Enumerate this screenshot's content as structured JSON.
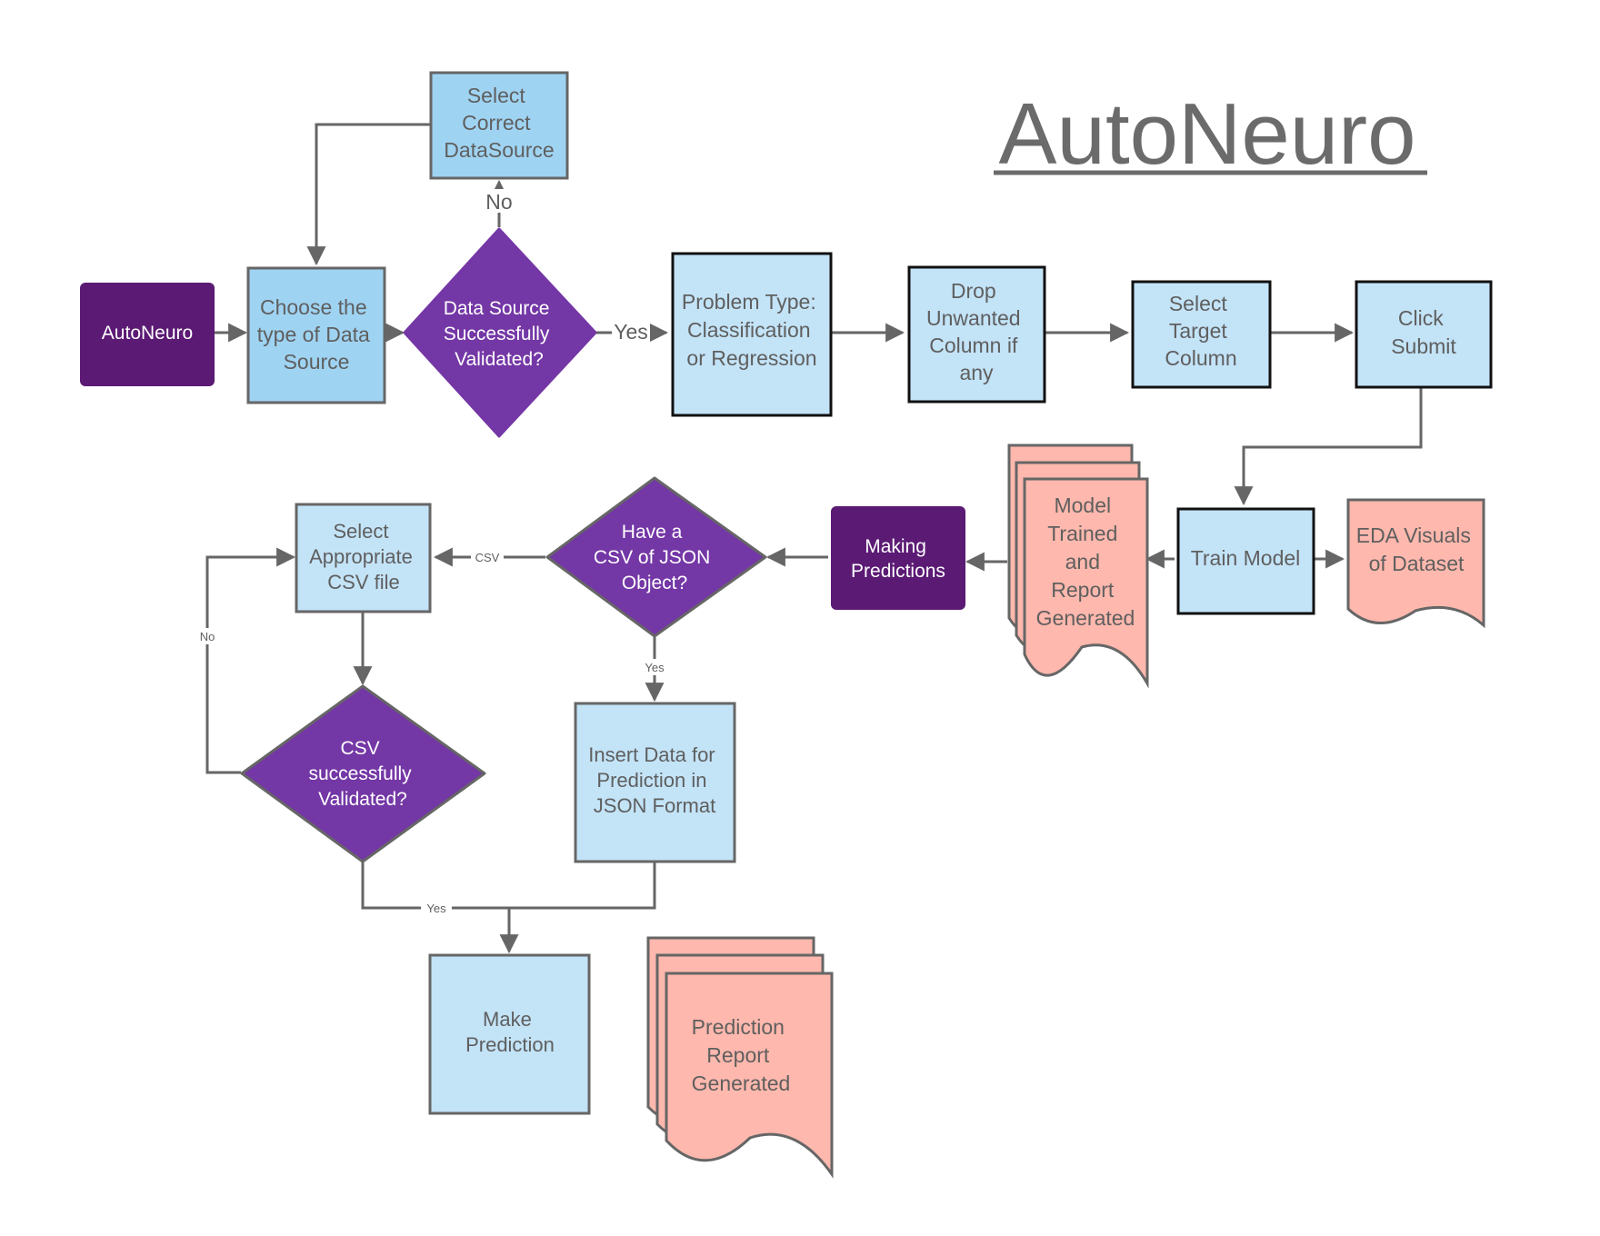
{
  "title": "AutoNeuro",
  "colors": {
    "light_blue": "#c3e3f7",
    "mid_blue": "#9fd3f2",
    "purple_dark": "#5b1a74",
    "purple": "#7437a6",
    "salmon": "#ffb8ad",
    "line": "#666666"
  },
  "nodes": {
    "start": [
      "AutoNeuro"
    ],
    "choose_source": [
      "Choose the",
      "type of Data",
      "Source"
    ],
    "select_correct": [
      "Select",
      "Correct",
      "DataSource"
    ],
    "validated": [
      "Data Source",
      "Successfully",
      "Validated?"
    ],
    "problem_type": [
      "Problem Type:",
      "Classification",
      "or Regression"
    ],
    "drop_column": [
      "Drop",
      "Unwanted",
      "Column if",
      "any"
    ],
    "target_column": [
      "Select",
      "Target",
      "Column"
    ],
    "click_submit": [
      "Click",
      "Submit"
    ],
    "train_model": [
      "Train Model"
    ],
    "eda_visuals": [
      "EDA Visuals",
      "of Dataset"
    ],
    "model_report": [
      "Model",
      "Trained",
      "and",
      "Report",
      "Generated"
    ],
    "making_predictions": [
      "Making",
      "Predictions"
    ],
    "csv_or_json": [
      "Have a",
      "CSV of JSON",
      "Object?"
    ],
    "select_csv": [
      "Select",
      "Appropriate",
      "CSV file"
    ],
    "csv_validated": [
      "CSV",
      "successfully",
      "Validated?"
    ],
    "insert_json": [
      "Insert Data for",
      "Prediction in",
      "JSON Format"
    ],
    "make_prediction": [
      "Make",
      "Prediction"
    ],
    "prediction_report": [
      "Prediction",
      "Report",
      "Generated"
    ]
  },
  "edge_labels": {
    "no_top": "No",
    "yes_main": "Yes",
    "csv": "CSV",
    "yes_json": "Yes",
    "no_left": "No",
    "yes_bottom": "Yes"
  }
}
